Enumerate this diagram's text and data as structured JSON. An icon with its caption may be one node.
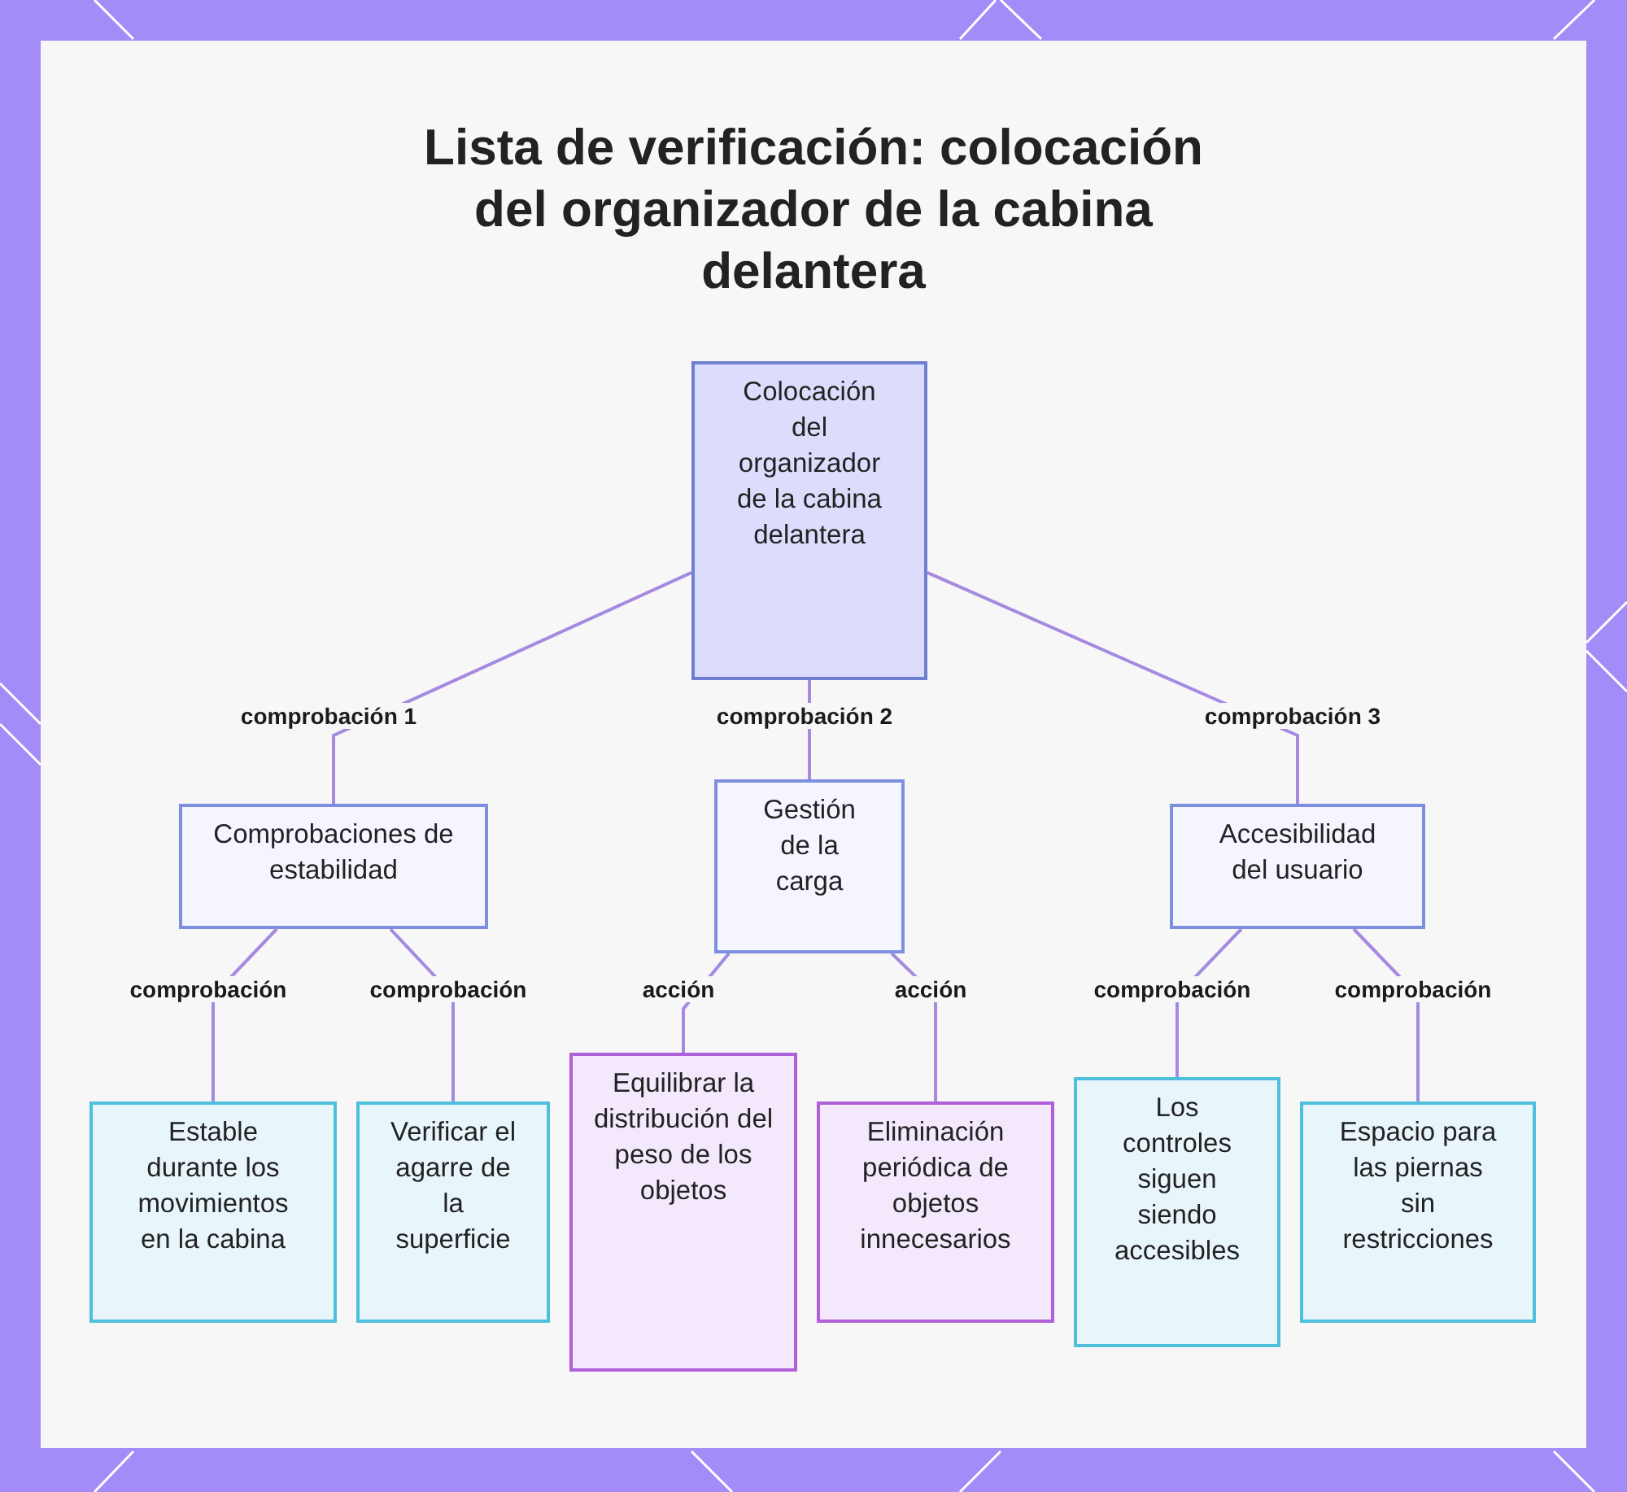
{
  "diagram": {
    "title": "Lista de verificación: colocación del organizador de la cabina delantera",
    "nodes": [
      {
        "text": [
          "Colocación del organizador de la cabina delantera"
        ]
      },
      {
        "text": [
          "Comprobaciones de estabilidad"
        ]
      },
      {
        "text": [
          "Gestión de la carga"
        ]
      },
      {
        "text": [
          "Accesibilidad del usuario"
        ]
      },
      {
        "text": [
          "Estable durante los movimientos en la cabina"
        ]
      },
      {
        "text": [
          "Verificar el agarre de la superficie"
        ]
      },
      {
        "text": [
          "Equilibrar la distribución del peso de los objetos"
        ]
      },
      {
        "text": [
          "Eliminación periódica de objetos innecesarios"
        ]
      },
      {
        "text": [
          "Los controles siguen siendo accesibles"
        ]
      },
      {
        "text": [
          "Espacio para las piernas sin restricciones"
        ]
      }
    ],
    "edges": [
      {
        "from": 0,
        "to": 1,
        "arrow": "none",
        "label": "comprobación 1"
      },
      {
        "from": 0,
        "to": 2,
        "arrow": "none",
        "label": "comprobación 2"
      },
      {
        "from": 0,
        "to": 3,
        "arrow": "none",
        "label": "comprobación 3"
      },
      {
        "from": 1,
        "to": 4,
        "arrow": "none",
        "label": "comprobación"
      },
      {
        "from": 1,
        "to": 5,
        "arrow": "none",
        "label": "comprobación"
      },
      {
        "from": 2,
        "to": 6,
        "arrow": "none",
        "label": "acción"
      },
      {
        "from": 2,
        "to": 7,
        "arrow": "none",
        "label": "acción"
      },
      {
        "from": 3,
        "to": 8,
        "arrow": "none",
        "label": "comprobación"
      },
      {
        "from": 3,
        "to": 9,
        "arrow": "none",
        "label": "comprobación"
      }
    ]
  }
}
